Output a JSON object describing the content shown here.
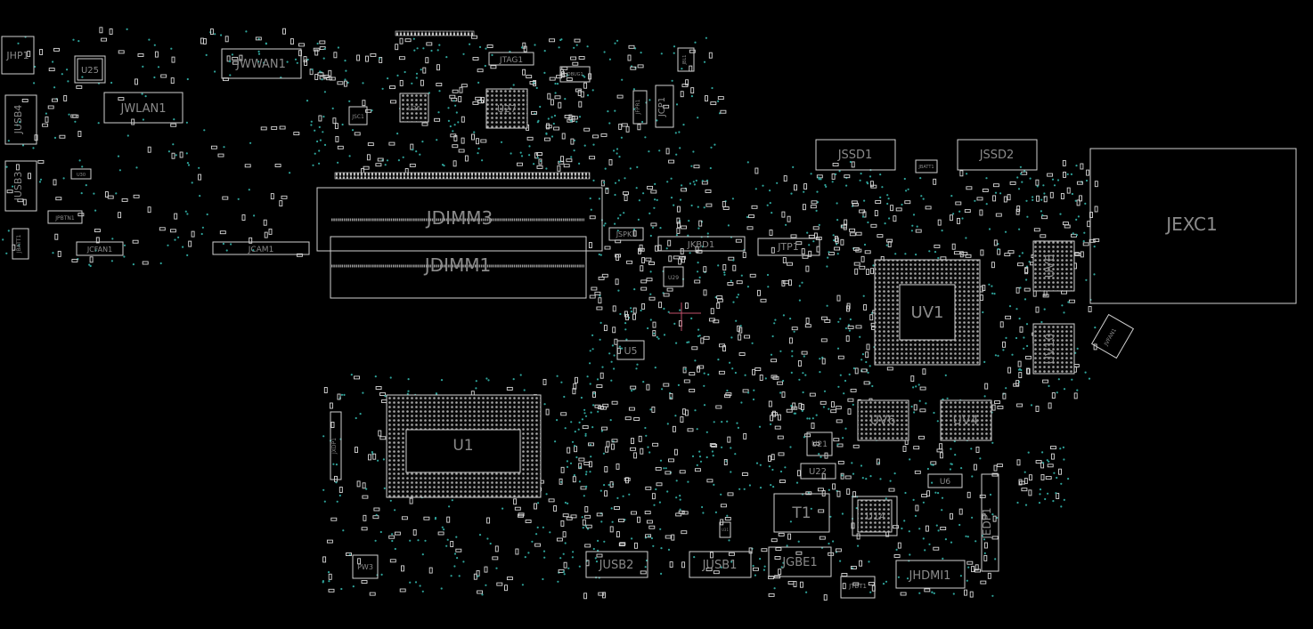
{
  "components": [
    {
      "ref": "JHP1"
    },
    {
      "ref": "U25"
    },
    {
      "ref": "JWLAN1"
    },
    {
      "ref": "JWWAN1"
    },
    {
      "ref": "JUSB4"
    },
    {
      "ref": "JUSB3"
    },
    {
      "ref": "JPBTN1"
    },
    {
      "ref": "JCFAN1"
    },
    {
      "ref": "JCAM1"
    },
    {
      "ref": "JDIMM3"
    },
    {
      "ref": "JDIMM1"
    },
    {
      "ref": "JTAG1"
    },
    {
      "ref": "U27"
    },
    {
      "ref": "JCP1"
    },
    {
      "ref": "JFPR1"
    },
    {
      "ref": "JSSD1"
    },
    {
      "ref": "JSSD2"
    },
    {
      "ref": "JEXC1"
    },
    {
      "ref": "JSPK1"
    },
    {
      "ref": "JKBD1"
    },
    {
      "ref": "JTP1"
    },
    {
      "ref": "U29"
    },
    {
      "ref": "UV8"
    },
    {
      "ref": "UV1"
    },
    {
      "ref": "UV10"
    },
    {
      "ref": "JVFAN1"
    },
    {
      "ref": "U5"
    },
    {
      "ref": "U1"
    },
    {
      "ref": "JXDP1"
    },
    {
      "ref": "UV6"
    },
    {
      "ref": "UV4"
    },
    {
      "ref": "U21"
    },
    {
      "ref": "U22"
    },
    {
      "ref": "T1"
    },
    {
      "ref": "U14"
    },
    {
      "ref": "U6"
    },
    {
      "ref": "JEDP1"
    },
    {
      "ref": "JUSB2"
    },
    {
      "ref": "JUSB1"
    },
    {
      "ref": "JGBE1"
    },
    {
      "ref": "JHDMI1"
    },
    {
      "ref": "JTBT1"
    },
    {
      "ref": "PW3"
    },
    {
      "ref": "PW1"
    },
    {
      "ref": "JDBUG1"
    },
    {
      "ref": "JSC1"
    },
    {
      "ref": "JBATT1"
    },
    {
      "ref": "U30"
    },
    {
      "ref": "U31"
    },
    {
      "ref": "JBL1"
    },
    {
      "ref": "U26"
    }
  ],
  "colors": {
    "background": "#000000",
    "outline": "#cfcfcf",
    "label": "#8a8a8a",
    "via": "#2ea39a",
    "trace": "#c0506a"
  }
}
